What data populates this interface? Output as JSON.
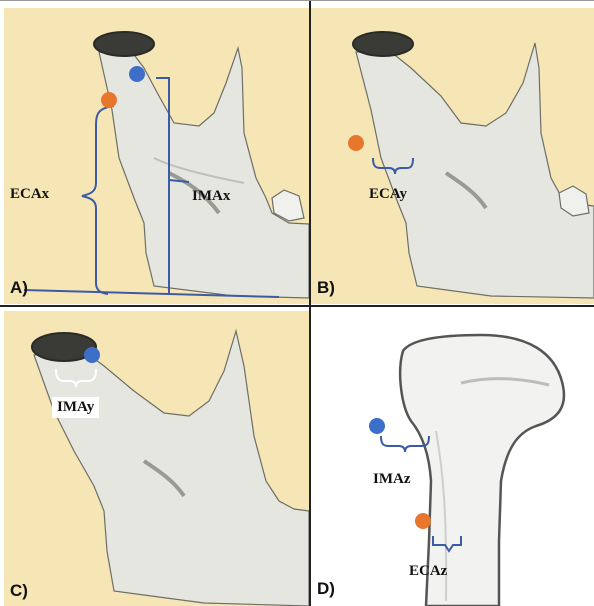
{
  "panels": [
    {
      "id": "A",
      "letter": "A)",
      "background": "#f7e6b5",
      "labels": {
        "ecax": "ECAx",
        "imax": "IMAx"
      }
    },
    {
      "id": "B",
      "letter": "B)",
      "background": "#f7e6b5",
      "labels": {
        "ecay": "ECAy"
      }
    },
    {
      "id": "C",
      "letter": "C)",
      "background": "#f7e6b5",
      "labels": {
        "imay": "IMAy"
      }
    },
    {
      "id": "D",
      "letter": "D)",
      "background": "#ffffff",
      "labels": {
        "imaz": "IMAz",
        "ecaz": "ECAz"
      }
    }
  ],
  "colors": {
    "eca_marker": "#e8772e",
    "ima_marker": "#3d6ec9",
    "bracket": "#3b5ba5",
    "bone": "#e6e6e1",
    "bone_shadow": "#9a9a94",
    "bone_outline": "#6e6e68"
  },
  "markers": {
    "eca": "orange-circle",
    "ima": "blue-circle"
  }
}
